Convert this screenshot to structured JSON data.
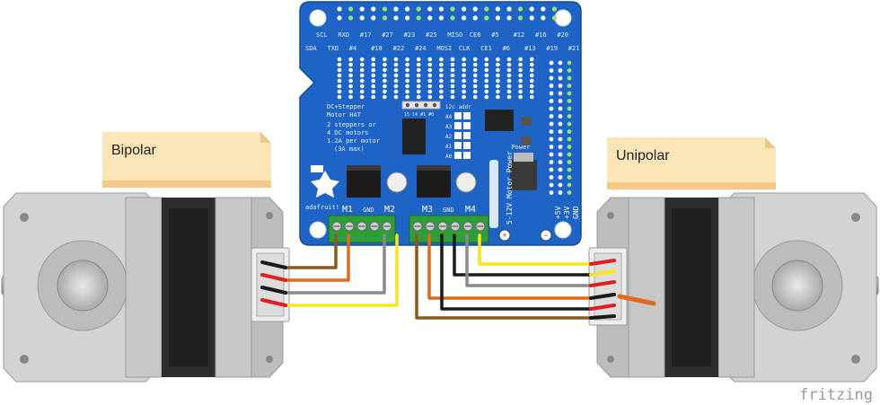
{
  "notes": {
    "left": "Bipolar",
    "right": "Unipolar"
  },
  "brand": "fritzing",
  "board": {
    "header_top": [
      "SCL",
      "RXD",
      "#17",
      "#27",
      "#23",
      "#25",
      "MISO",
      "CE0",
      "#5",
      "#12",
      "#16",
      "#20"
    ],
    "header_bottom": [
      "SDA",
      "TXD",
      "#4",
      "#18",
      "#22",
      "#24",
      "MOSI",
      "CLK",
      "CE1",
      "#6",
      "#13",
      "#19",
      "#21"
    ],
    "title_lines": [
      "DC+Stepper",
      "Motor HAT",
      "2 steppers or",
      "4 DC motors",
      "1.2A per motor",
      "(3A max)"
    ],
    "i2c_label": "i2c addr",
    "addr_pins": [
      "A4",
      "A3",
      "A2",
      "A1",
      "A0"
    ],
    "jumper_label": "15 14 #1 #0",
    "motor_labels": [
      "M1",
      "GND",
      "M2",
      "M3",
      "GND",
      "M4"
    ],
    "power_label": "5-12V Motor Power",
    "power_title": "Power",
    "rail_labels": [
      "+5V",
      "+3V",
      "GND"
    ],
    "logo_text": "adafruit!",
    "plus": "+",
    "minus": "−"
  },
  "colors": {
    "pcb": "#1e63c6",
    "terminal": "#2f9e3a",
    "note": "#fce6b8",
    "wire_brown": "#8b5a1a",
    "wire_orange": "#e06a1c",
    "wire_gray": "#8a8a8a",
    "wire_yellow": "#f5e61d",
    "wire_black": "#1a1a1a",
    "wire_red": "#e02020"
  }
}
